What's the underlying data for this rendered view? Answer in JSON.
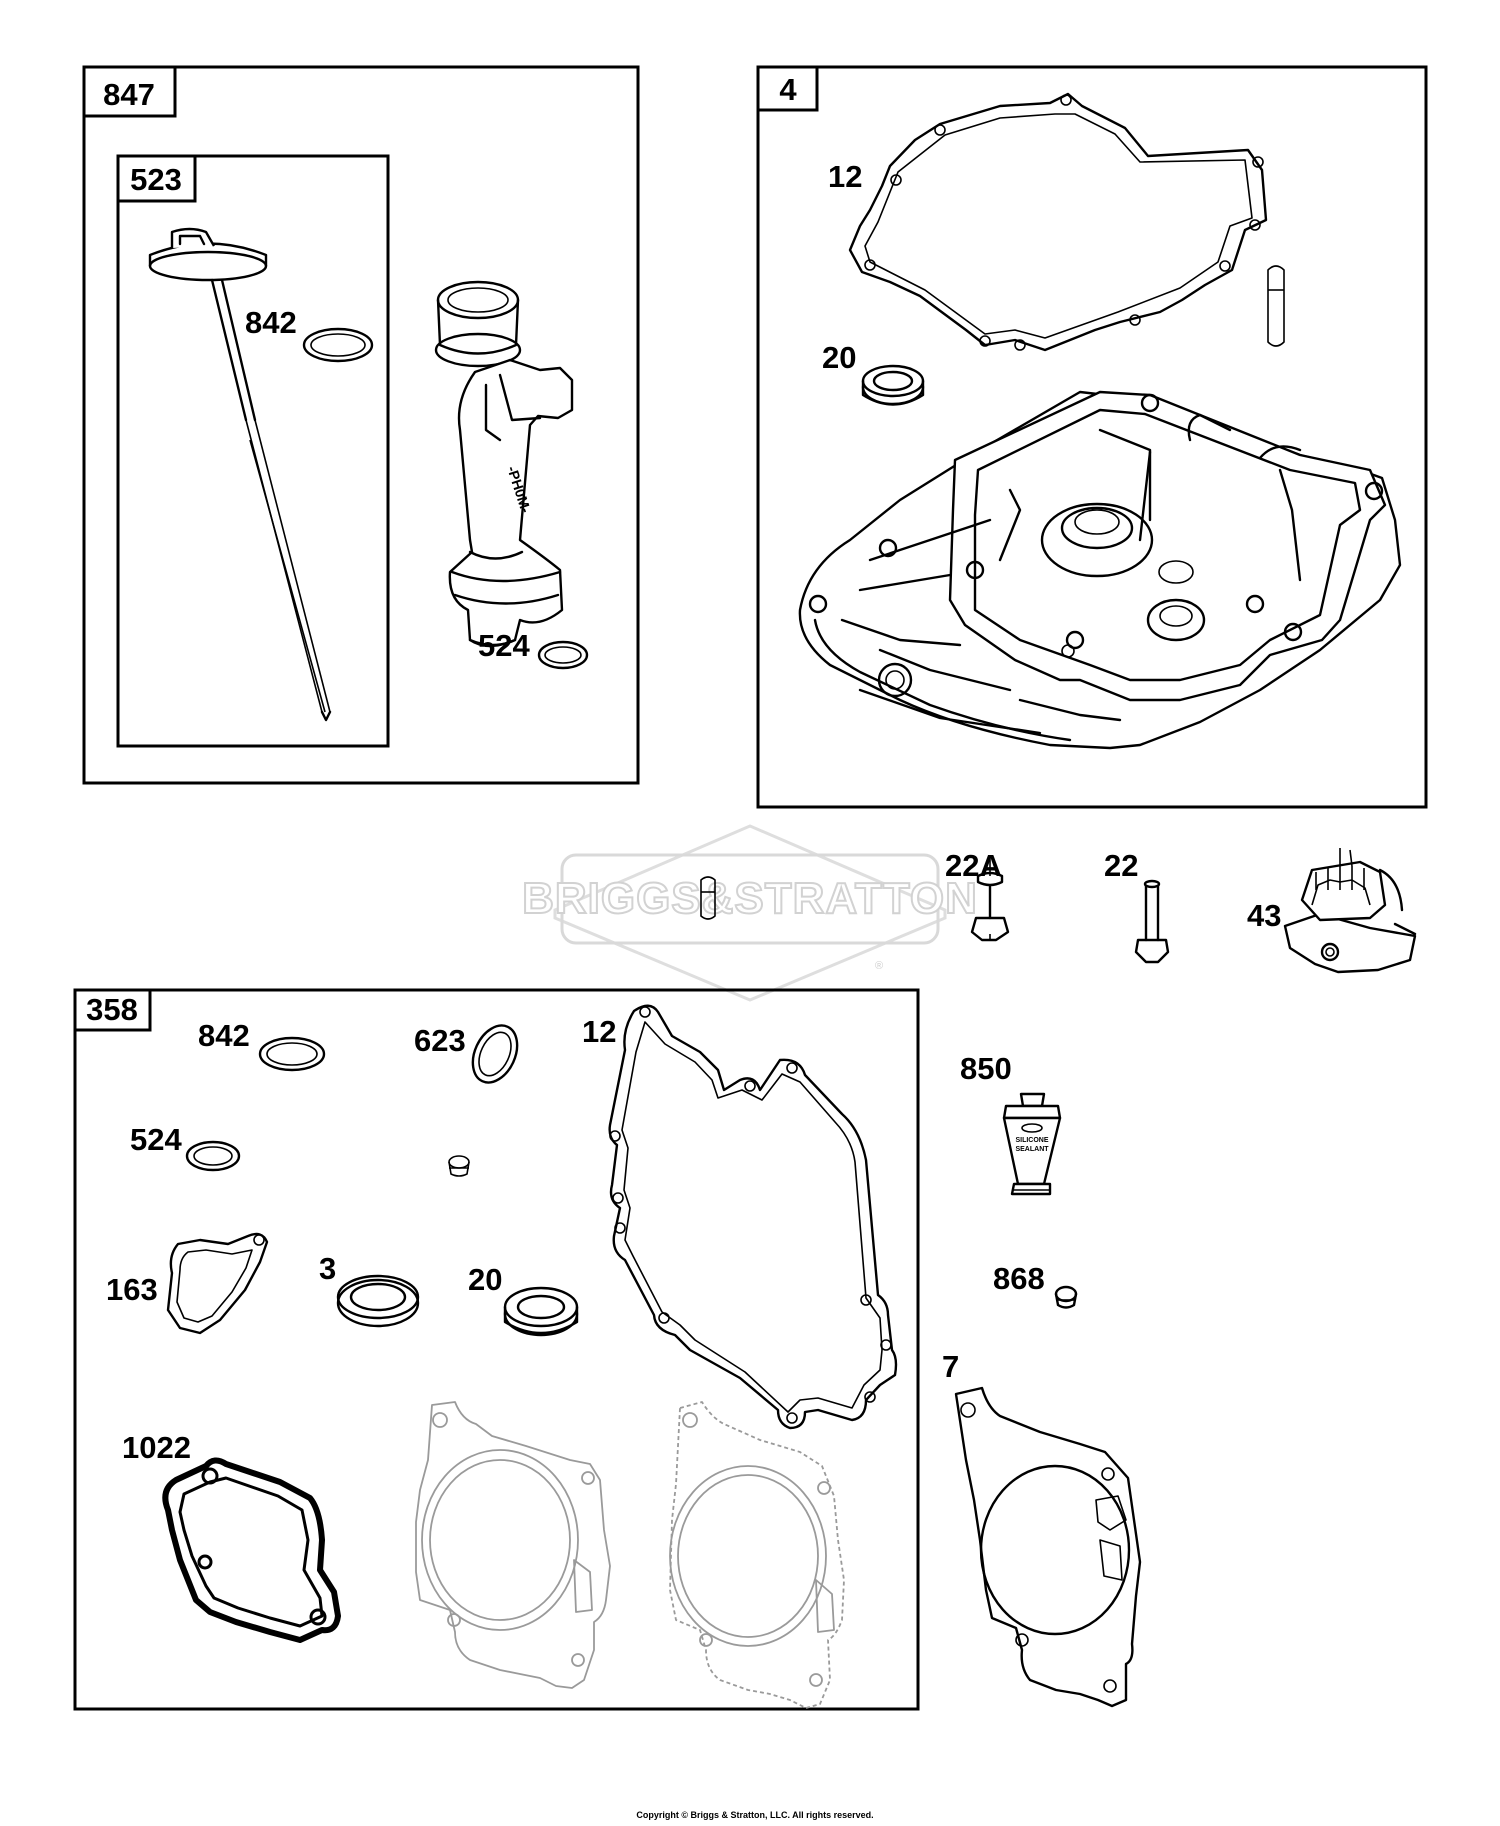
{
  "callouts": {
    "kit_847": "847",
    "kit_523": "523",
    "dipstick_o_ring_842": "842",
    "tube_o_ring_524": "524",
    "sump_4": "4",
    "sump_gasket_12": "12",
    "sump_seal_20": "20",
    "kit_358": "358",
    "gasket_kit_842": "842",
    "gasket_kit_623": "623",
    "gasket_kit_12": "12",
    "gasket_kit_524": "524",
    "gasket_kit_163": "163",
    "gasket_kit_3": "3",
    "gasket_kit_20": "20",
    "gasket_kit_1022": "1022",
    "screw_22A": "22A",
    "screw_22": "22",
    "governor_43": "43",
    "sealant_850": "850",
    "plug_868": "868",
    "head_gasket_7": "7"
  },
  "sealant_tube_text": [
    "SILICONE",
    "SEALANT"
  ],
  "dipstick_tube_text": "-PH0M-",
  "watermark": "BRIGGS&STRATTON",
  "copyright": "Copyright © Briggs & Stratton, LLC. All rights reserved."
}
